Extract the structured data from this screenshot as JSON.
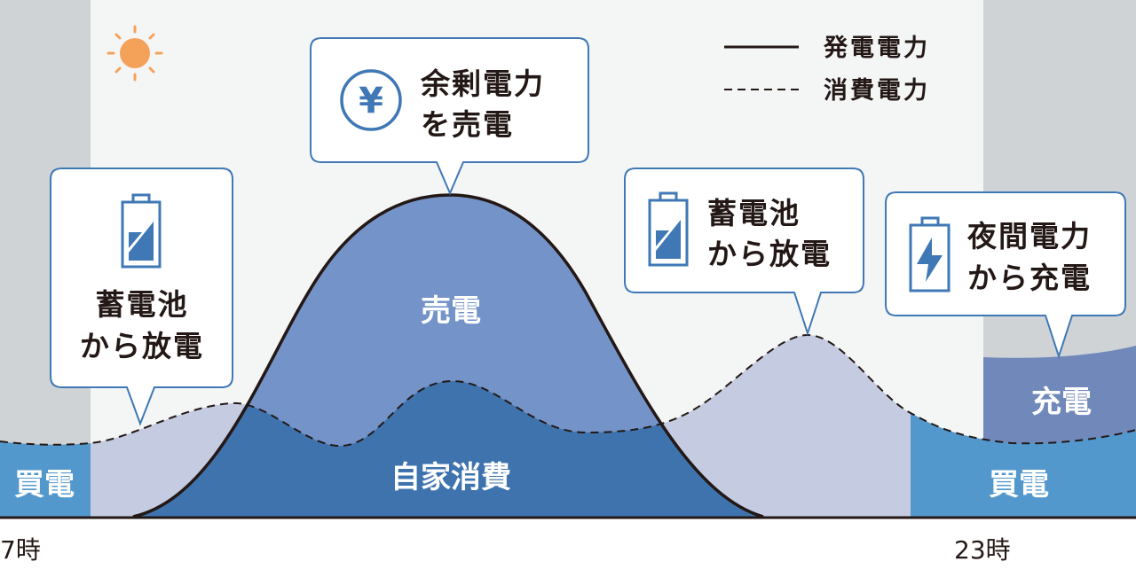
{
  "legend": {
    "generation": "発電電力",
    "consumption": "消費電力"
  },
  "areas": {
    "sell": "売電",
    "self_consumption": "自家消費",
    "buy_left": "買電",
    "buy_right": "買電",
    "charge": "充電"
  },
  "axis": {
    "start": "7時",
    "end": "23時"
  },
  "callouts": [
    {
      "icon": "battery-discharge-icon",
      "lines": [
        "蓄電池",
        "から放電"
      ]
    },
    {
      "icon": "yen-icon",
      "lines": [
        "余剰電力",
        "を売電"
      ]
    },
    {
      "icon": "battery-discharge-icon",
      "lines": [
        "蓄電池",
        "から放電"
      ]
    },
    {
      "icon": "battery-charge-icon",
      "lines": [
        "夜間電力",
        "から充電"
      ]
    }
  ],
  "yen_symbol": "¥",
  "colors": {
    "night_bg": "#cfd3d6",
    "day_bg": "#f4f6f6",
    "buy": "#5398cc",
    "battery": "#c5cbe1",
    "self": "#3f73ae",
    "sell": "#7493c8",
    "charge": "#7188bb",
    "accent": "#3f78b5",
    "sun": "#f4a259",
    "moon": "#f1e38c"
  }
}
